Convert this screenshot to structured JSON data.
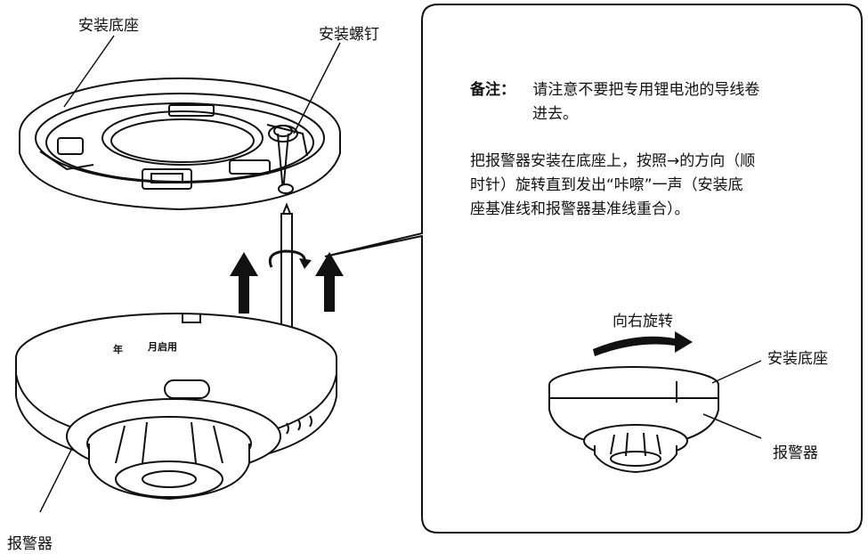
{
  "labels": {
    "base_top": "安装底座",
    "screw": "安装螺钉",
    "alarm_bottom": "报警器",
    "rotate_right": "向右旋转",
    "base_right": "安装底座",
    "alarm_right": "报警器"
  },
  "note": {
    "title": "备注：",
    "line1": "请注意不要把专用锂电池的导线卷",
    "line2": "进去。"
  },
  "instruction": {
    "line1": "把报警器安装在底座上，按照→的方向（顺",
    "line2": "时针）旋转直到发出“咔嚓”一声（安装底",
    "line3": "座基准线和报警器基准线重合）。"
  },
  "device_marks": {
    "year": "年",
    "month": "月启用"
  }
}
